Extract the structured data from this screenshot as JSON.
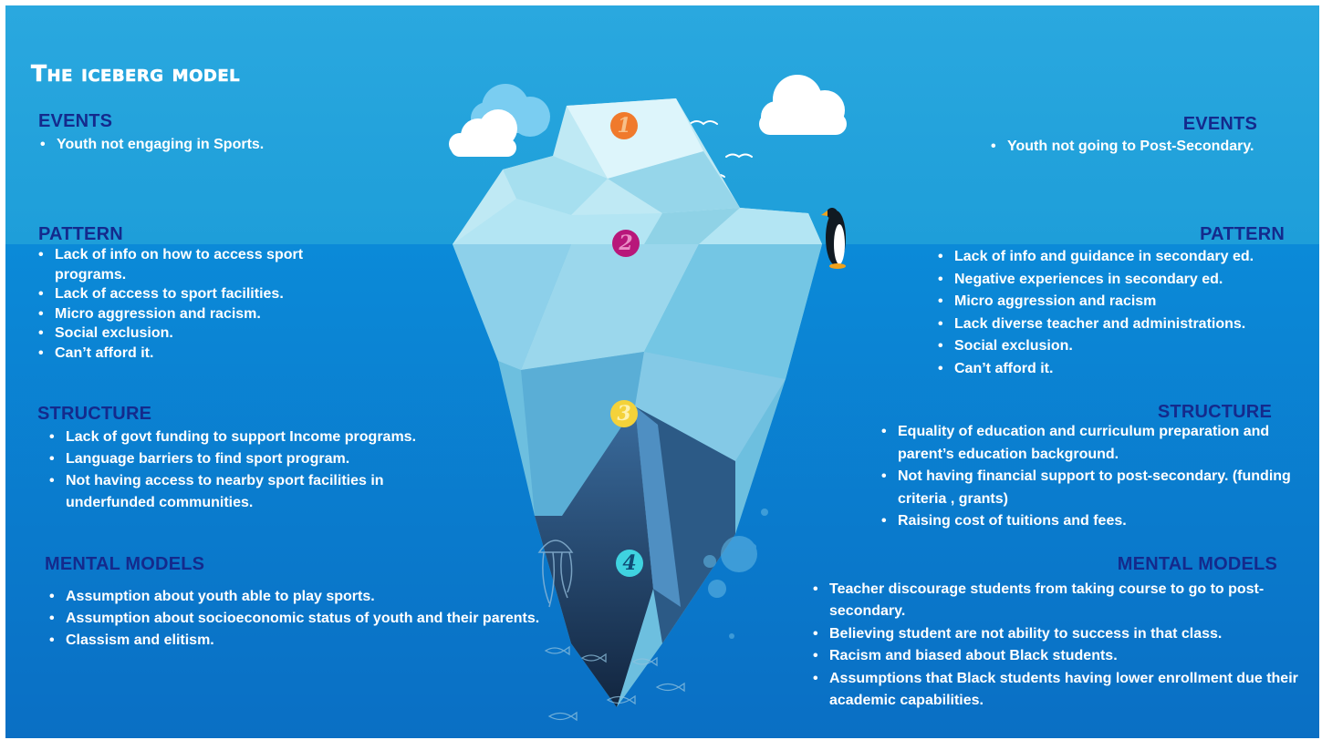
{
  "title": "The iceberg model",
  "colors": {
    "sky": "#29a9dc",
    "sea": "#0a86d6",
    "heading": "#142a8c",
    "text": "#ffffff",
    "badge1": "#f07a2c",
    "badge2": "#b8177a",
    "badge3": "#f4d23a",
    "badge4": "#3fd3e0"
  },
  "left": {
    "events": {
      "heading": "EVENTS",
      "items": [
        "Youth not engaging in Sports."
      ]
    },
    "pattern": {
      "heading": "PATTERN",
      "items": [
        "Lack of info on how to access sport programs.",
        "Lack of access to sport facilities.",
        "Micro aggression and racism.",
        "Social exclusion.",
        "Can’t afford it."
      ]
    },
    "structure": {
      "heading": "STRUCTURE",
      "items": [
        "Lack of govt funding to support Income programs.",
        "Language barriers to find sport program.",
        " Not having access to nearby sport facilities in underfunded communities."
      ]
    },
    "mental": {
      "heading": "MENTAL MODELS",
      "items": [
        "Assumption about youth able to play sports.",
        "Assumption about socioeconomic status of youth and their parents.",
        "Classism and elitism."
      ]
    }
  },
  "right": {
    "events": {
      "heading": "EVENTS",
      "items": [
        "Youth not going to Post-Secondary."
      ]
    },
    "pattern": {
      "heading": "PATTERN",
      "items": [
        "Lack of info and guidance in secondary ed.",
        "Negative experiences in secondary ed.",
        "Micro aggression and racism",
        "Lack diverse teacher and administrations.",
        "Social exclusion.",
        "Can’t afford it."
      ]
    },
    "structure": {
      "heading": "STRUCTURE",
      "items": [
        "Equality of education and curriculum preparation and parent’s education background.",
        "Not having financial support to post-secondary. (funding criteria , grants)",
        "Raising cost of tuitions and fees."
      ]
    },
    "mental": {
      "heading": "MENTAL MODELS",
      "items": [
        "Teacher discourage students from taking course to go to post-secondary.",
        "Believing student are not ability to success in that class.",
        "Racism and biased about Black students.",
        "Assumptions that Black students having lower enrollment due their academic capabilities."
      ]
    }
  },
  "badges": [
    "1",
    "2",
    "3",
    "4"
  ],
  "icons": [
    "cloud-icon",
    "bird-icon",
    "penguin-icon",
    "jellyfish-icon",
    "fish-icon",
    "bubble-icon"
  ]
}
